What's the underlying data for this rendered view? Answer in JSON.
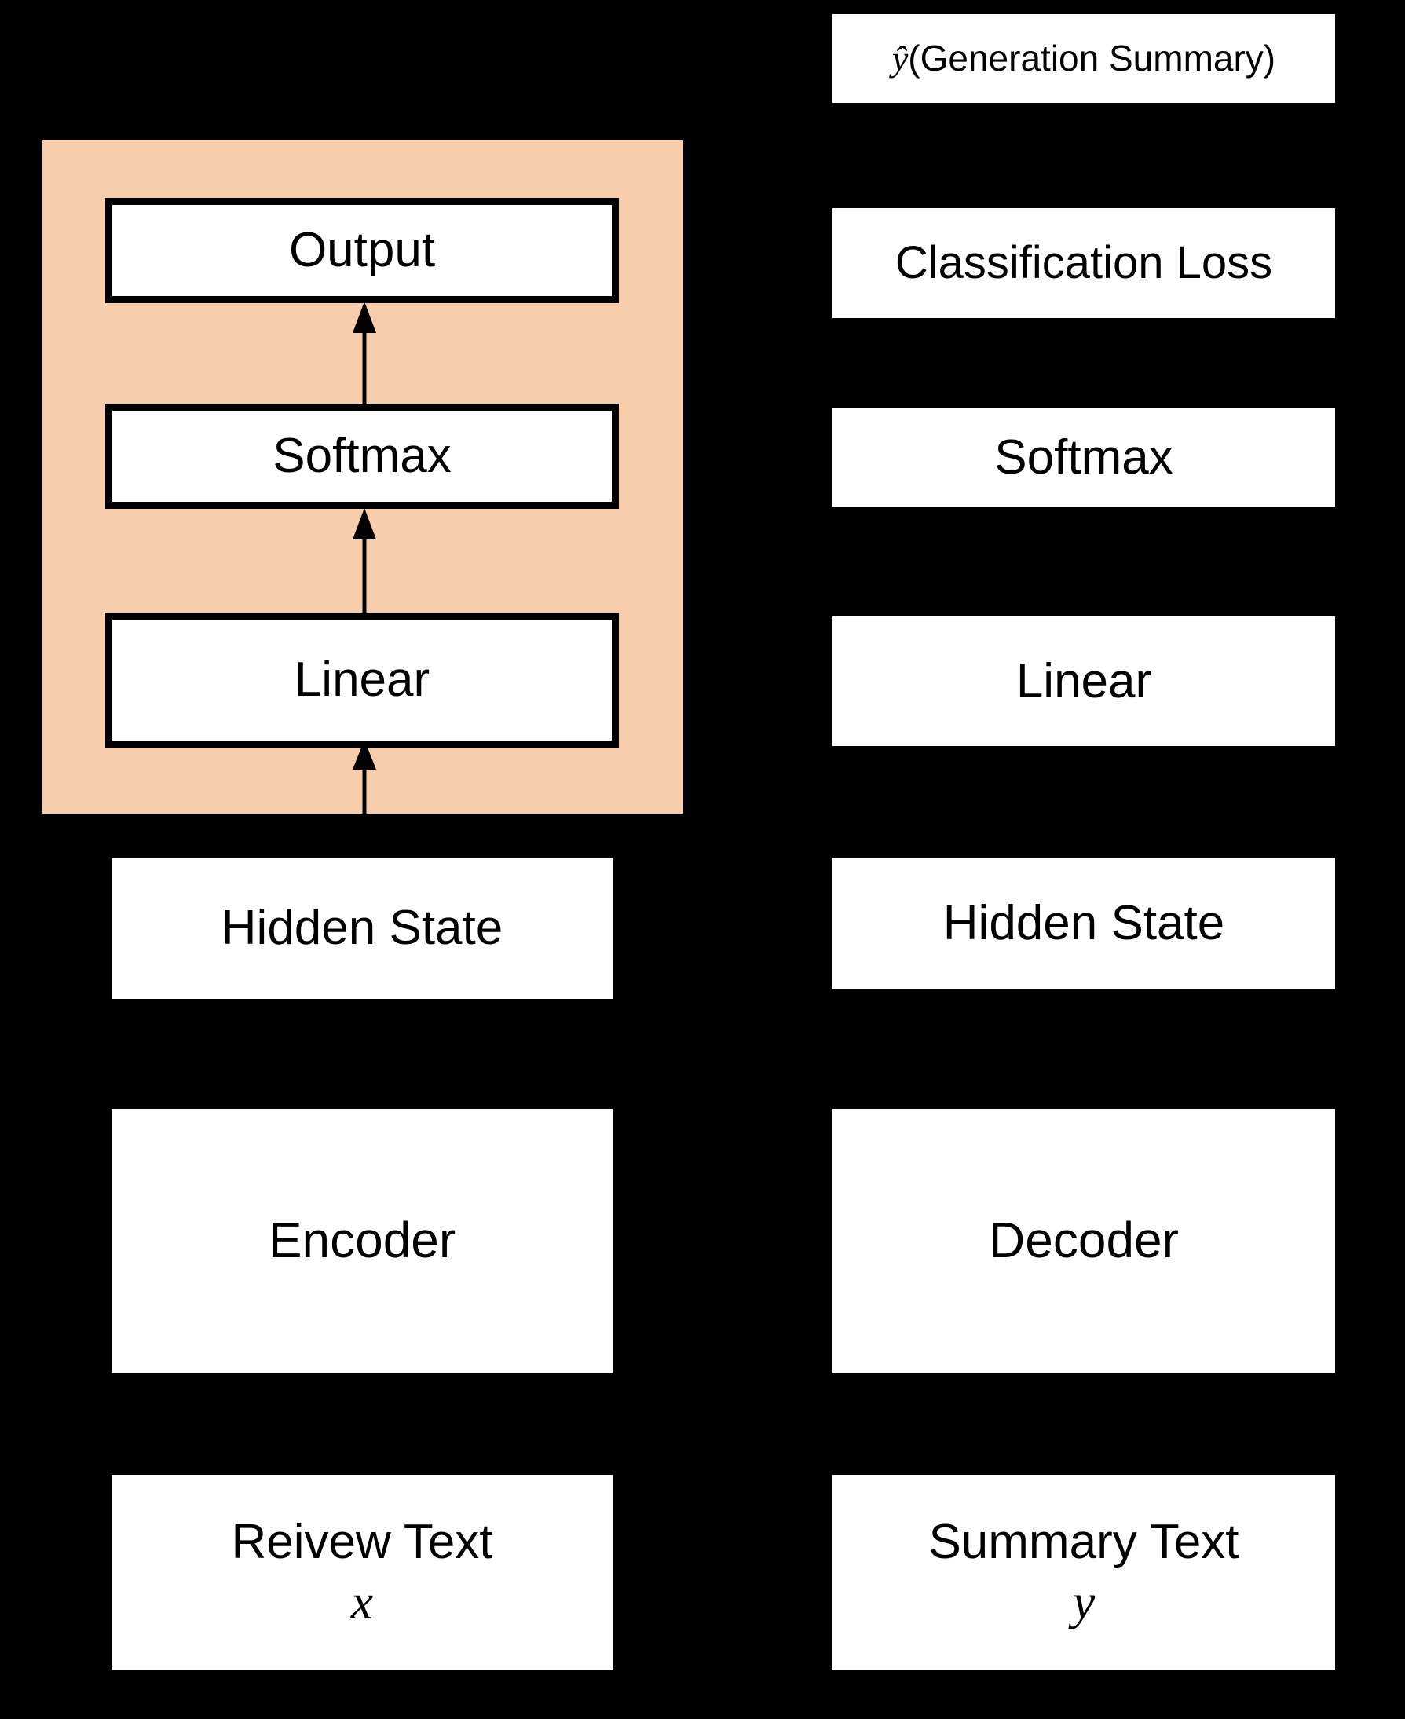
{
  "diagram": {
    "title": "Encoder-Decoder summarization architecture with classification head",
    "background_color": "#000000",
    "highlight_panel_color": "#f7cdac",
    "box_fill_color": "#ffffff",
    "box_border_color": "#000000"
  },
  "left_column": {
    "name": "encoder-classification-branch",
    "panel_label": "classification-head-panel",
    "boxes": [
      {
        "id": "output",
        "label": "Output"
      },
      {
        "id": "softmax",
        "label": "Softmax"
      },
      {
        "id": "linear",
        "label": "Linear"
      },
      {
        "id": "hidden_state",
        "label": "Hidden State"
      },
      {
        "id": "encoder",
        "label": "Encoder"
      },
      {
        "id": "review_text",
        "label": "Reivew Text",
        "symbol": "x"
      }
    ]
  },
  "right_column": {
    "name": "decoder-generation-branch",
    "boxes": [
      {
        "id": "generation_summary",
        "label": "ŷ(Generation Summary)",
        "symbol_prefix": "ŷ",
        "text_rest": "(Generation Summary)"
      },
      {
        "id": "classification_loss",
        "label": "Classification Loss"
      },
      {
        "id": "softmax",
        "label": "Softmax"
      },
      {
        "id": "linear",
        "label": "Linear"
      },
      {
        "id": "hidden_state",
        "label": "Hidden State"
      },
      {
        "id": "decoder",
        "label": "Decoder"
      },
      {
        "id": "summary_text",
        "label": "Summary Text",
        "symbol": "y"
      }
    ]
  },
  "arrows": [
    {
      "id": "linear-to-softmax",
      "direction": "up"
    },
    {
      "id": "softmax-to-output",
      "direction": "up"
    },
    {
      "id": "hidden-state-to-linear",
      "direction": "up"
    }
  ]
}
